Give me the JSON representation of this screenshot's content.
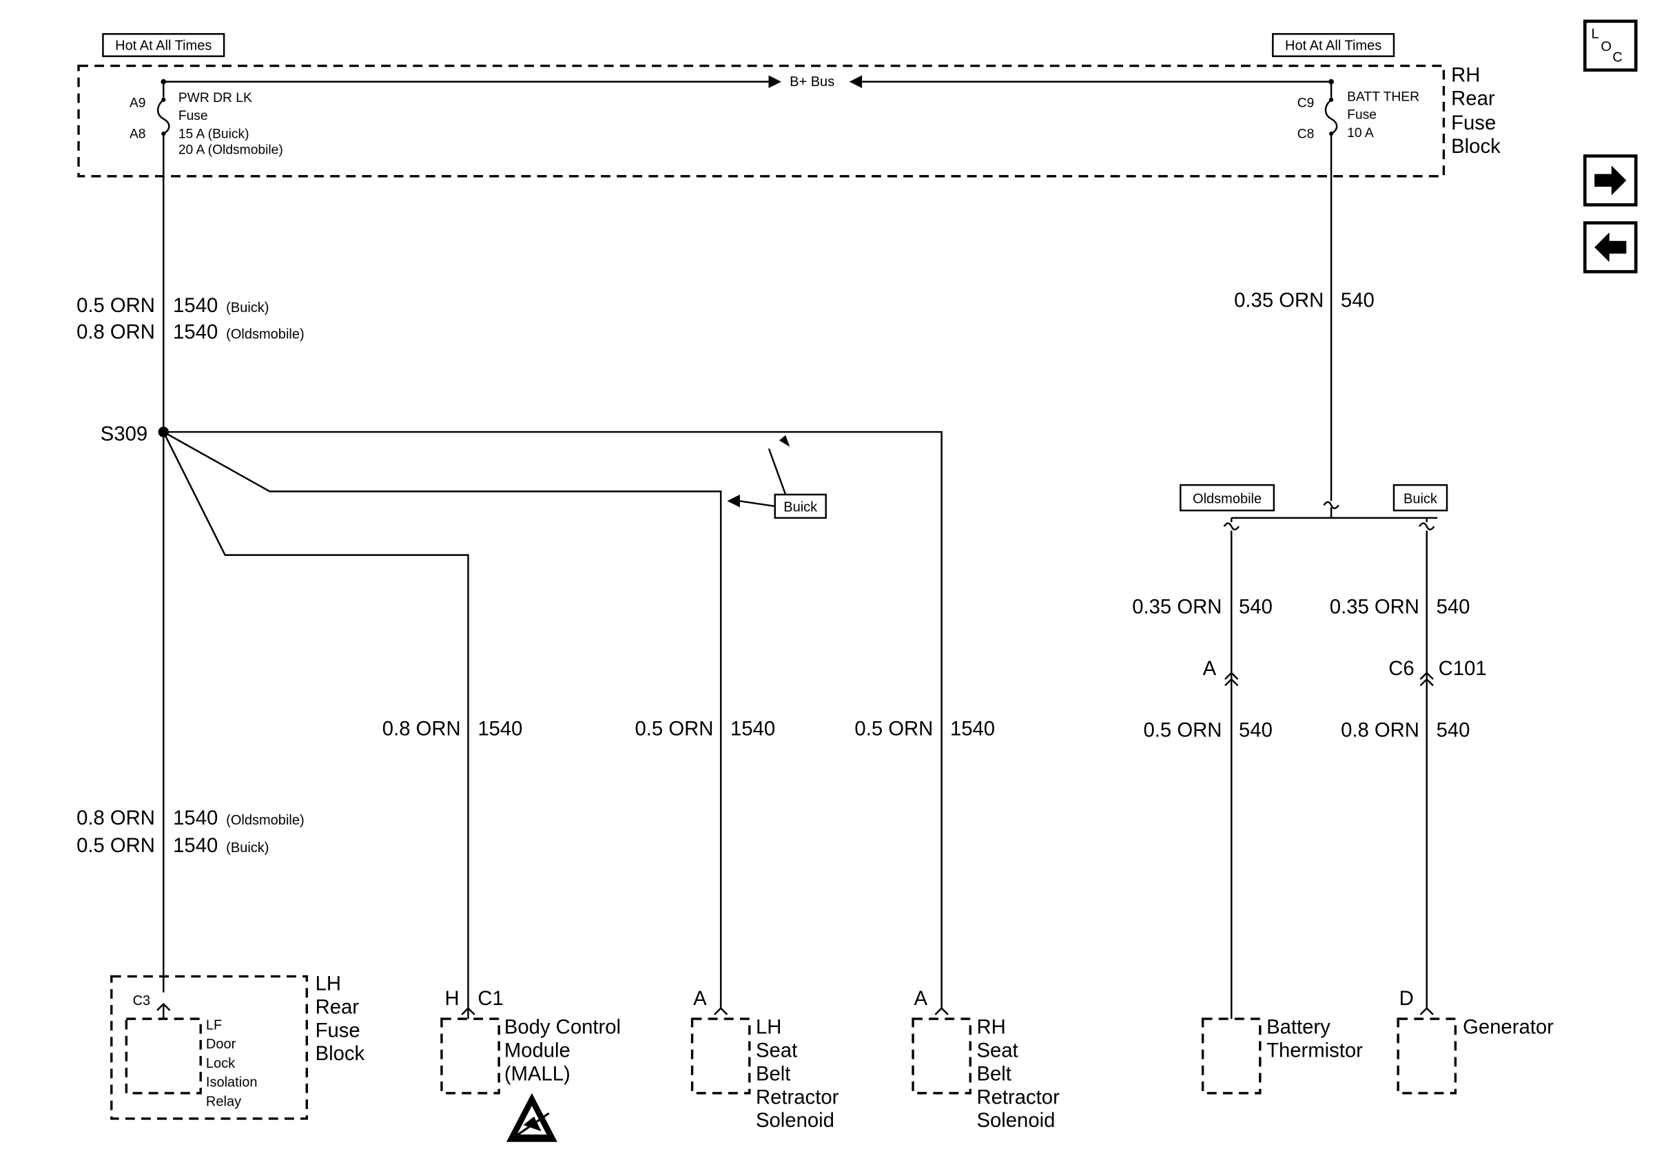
{
  "labels": {
    "hot_left": "Hot At All Times",
    "hot_right": "Hot At All Times",
    "bplus_bus": "B+ Bus",
    "rh_fuse_block": [
      "RH",
      "Rear",
      "Fuse",
      "Block"
    ],
    "left_fuse": {
      "pin_top": "A9",
      "pin_bottom": "A8",
      "lines": [
        "PWR DR LK",
        "Fuse",
        "15 A  (Buick)",
        "20 A  (Oldsmobile)"
      ]
    },
    "right_fuse": {
      "pin_top": "C9",
      "pin_bottom": "C8",
      "lines": [
        "BATT THER",
        "Fuse",
        "10 A"
      ]
    },
    "splice": "S309",
    "buick_tag": "Buick",
    "oldsmobile_tag": "Oldsmobile",
    "buick_tag_right": "Buick",
    "loc_button": {
      "l": "L",
      "o": "O",
      "c": "C"
    }
  },
  "wires": {
    "main_top": [
      {
        "size": "0.5 ORN",
        "circuit": "1540",
        "variant": "(Buick)"
      },
      {
        "size": "0.8 ORN",
        "circuit": "1540",
        "variant": "(Oldsmobile)"
      }
    ],
    "main_bottom": [
      {
        "size": "0.8 ORN",
        "circuit": "1540",
        "variant": "(Oldsmobile)"
      },
      {
        "size": "0.5 ORN",
        "circuit": "1540",
        "variant": "(Buick)"
      }
    ],
    "bcm": {
      "size": "0.8 ORN",
      "circuit": "1540"
    },
    "lh_seat": {
      "size": "0.5 ORN",
      "circuit": "1540"
    },
    "rh_seat": {
      "size": "0.5 ORN",
      "circuit": "1540"
    },
    "batt_ther_top": {
      "size": "0.35 ORN",
      "circuit": "540"
    },
    "olds_upper": {
      "size": "0.35 ORN",
      "circuit": "540"
    },
    "buick_upper": {
      "size": "0.35 ORN",
      "circuit": "540"
    },
    "olds_lower": {
      "size": "0.5 ORN",
      "circuit": "540"
    },
    "buick_lower": {
      "size": "0.8 ORN",
      "circuit": "540"
    },
    "conn_a": "A",
    "conn_c6": "C6",
    "conn_c101": "C101"
  },
  "components": {
    "lf_relay": {
      "pin": "C3",
      "name": [
        "LF",
        "Door",
        "Lock",
        "Isolation",
        "Relay"
      ],
      "block": [
        "LH",
        "Rear",
        "Fuse",
        "Block"
      ]
    },
    "bcm": {
      "pin": "H",
      "connector": "C1",
      "name": [
        "Body Control",
        "Module",
        "(MALL)"
      ]
    },
    "lh_seat": {
      "pin": "A",
      "name": [
        "LH",
        "Seat",
        "Belt",
        "Retractor",
        "Solenoid"
      ]
    },
    "rh_seat": {
      "pin": "A",
      "name": [
        "RH",
        "Seat",
        "Belt",
        "Retractor",
        "Solenoid"
      ]
    },
    "battery_thermistor": {
      "name": [
        "Battery",
        "Thermistor"
      ]
    },
    "generator": {
      "pin": "D",
      "name": [
        "Generator"
      ]
    }
  },
  "icons": {
    "esd": "esd-warning-icon",
    "next": "arrow-right-icon",
    "prev": "arrow-left-icon",
    "loc": "location-view-icon"
  }
}
